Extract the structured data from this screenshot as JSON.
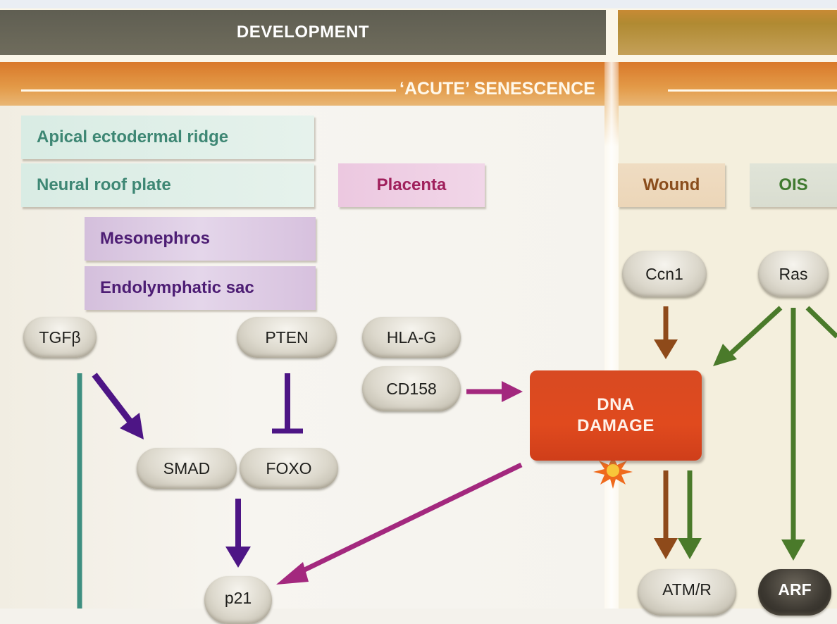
{
  "header": {
    "development_label": "DEVELOPMENT",
    "acute_label": "‘ACUTE’ SENESCENCE"
  },
  "tissues": {
    "apical": "Apical ectodermal ridge",
    "neural": "Neural roof plate",
    "placenta": "Placenta",
    "mesonephros": "Mesonephros",
    "endolymphatic": "Endolymphatic sac",
    "wound": "Wound",
    "ois": "OIS"
  },
  "molecules": {
    "tgfb": "TGFβ",
    "pten": "PTEN",
    "hlag": "HLA-G",
    "cd158": "CD158",
    "smad": "SMAD",
    "foxo": "FOXO",
    "p21": "p21",
    "ccn1": "Ccn1",
    "ras": "Ras",
    "atmr": "ATM/R",
    "arf": "ARF"
  },
  "dna_damage": {
    "line1": "DNA",
    "line2": "DAMAGE"
  },
  "colors": {
    "teal": "#3e8f80",
    "purple": "#4d1585",
    "magenta": "#a3287e",
    "brown": "#8e4a1a",
    "green": "#4a7a2a",
    "dna_red": "#dc4820"
  },
  "edges": [
    {
      "from": "TGFβ",
      "to": "SMAD",
      "type": "activation",
      "color": "purple"
    },
    {
      "from": "PTEN",
      "to": "FOXO",
      "type": "inhibition",
      "color": "purple"
    },
    {
      "from": "SMAD/FOXO",
      "to": "p21",
      "type": "activation",
      "color": "purple"
    },
    {
      "from": "CD158",
      "to": "DNA DAMAGE",
      "type": "activation",
      "color": "magenta"
    },
    {
      "from": "DNA DAMAGE",
      "to": "p21",
      "type": "activation",
      "color": "magenta"
    },
    {
      "from": "Ccn1",
      "to": "DNA DAMAGE",
      "type": "activation",
      "color": "brown"
    },
    {
      "from": "Ras",
      "to": "DNA DAMAGE",
      "type": "activation",
      "color": "green"
    },
    {
      "from": "DNA DAMAGE",
      "to": "ATM/R",
      "type": "activation",
      "color": "brown"
    },
    {
      "from": "DNA DAMAGE",
      "to": "ATM/R",
      "type": "activation",
      "color": "green"
    },
    {
      "from": "Ras",
      "to": "ARF",
      "type": "activation",
      "color": "green"
    },
    {
      "from": "TGFβ",
      "to": "(continues below)",
      "type": "line",
      "color": "teal"
    }
  ]
}
